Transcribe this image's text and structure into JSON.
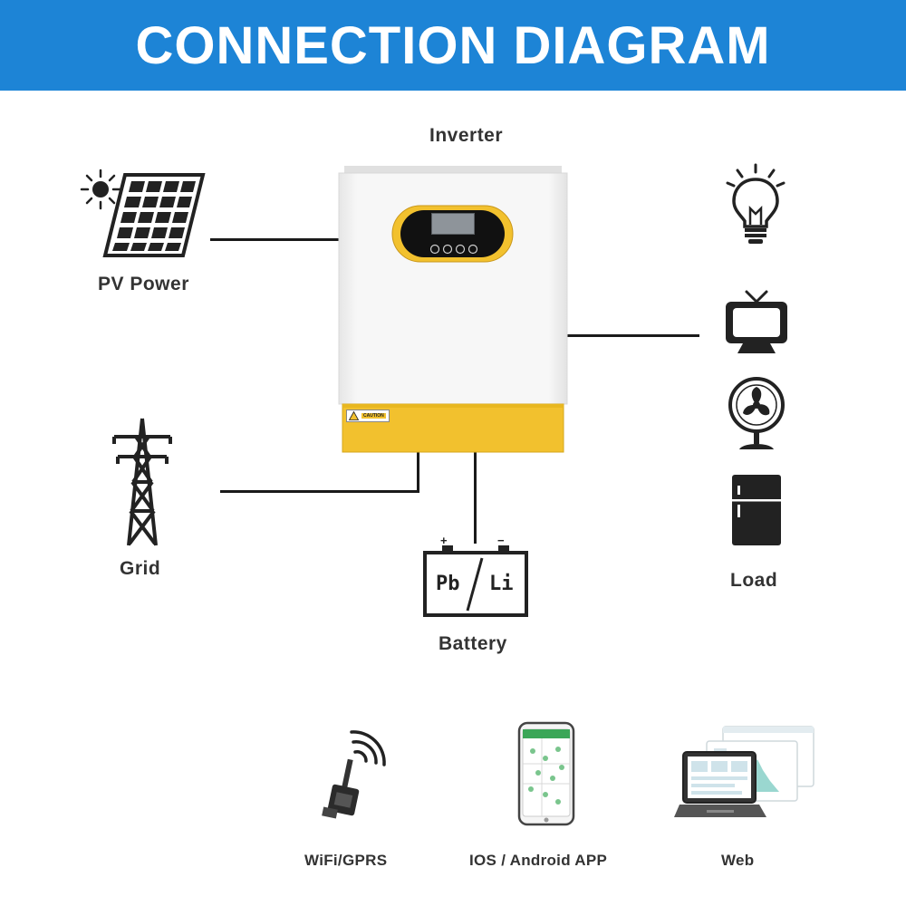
{
  "header": {
    "title": "CONNECTION DIAGRAM"
  },
  "inverter": {
    "label": "Inverter",
    "caution_label": "CAUTION"
  },
  "pv": {
    "label": "PV Power"
  },
  "grid": {
    "label": "Grid"
  },
  "battery": {
    "label": "Battery",
    "left_text": "Pb",
    "right_text": "Li",
    "plus": "+",
    "minus": "−"
  },
  "load": {
    "label": "Load"
  },
  "monitoring": [
    {
      "label": "WiFi/GPRS"
    },
    {
      "label": "IOS / Android APP"
    },
    {
      "label": "Web"
    }
  ],
  "colors": {
    "header_bg": "#1d84d6",
    "inverter_body": "#f4f4f4",
    "inverter_accent": "#f2c12e",
    "lcd_screen": "#8e949a",
    "wire": "#1a1a1a",
    "icon": "#222222"
  }
}
